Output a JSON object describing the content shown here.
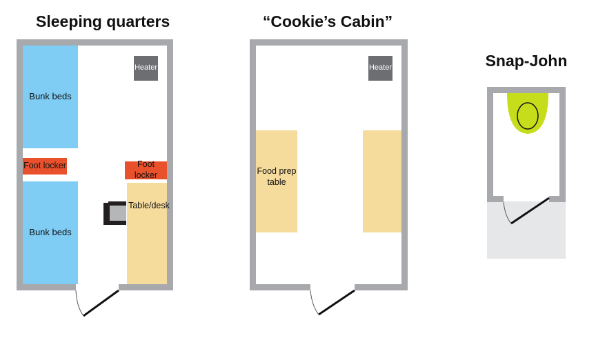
{
  "titles": {
    "sleeping": "Sleeping quarters",
    "cookie": "“Cookie’s Cabin”",
    "snap": "Snap-John"
  },
  "sleeping_quarters": {
    "bunk_top": "Bunk beds",
    "bunk_bottom": "Bunk beds",
    "foot_locker_left": "Foot locker",
    "foot_locker_right": "Foot locker",
    "heater": "Heater",
    "table_desk": "Table/desk"
  },
  "cookies_cabin": {
    "heater": "Heater",
    "food_prep_left": "Food prep\ntable",
    "food_prep_right": ""
  },
  "colors": {
    "wall": "#a7a9ac",
    "bunk": "#7fcdf5",
    "foot_locker": "#e8512c",
    "heater": "#6d6e71",
    "table": "#f6dc9c",
    "toilet": "#c5dd1a",
    "snap_floor": "#e6e7e8",
    "door": "#111111"
  }
}
